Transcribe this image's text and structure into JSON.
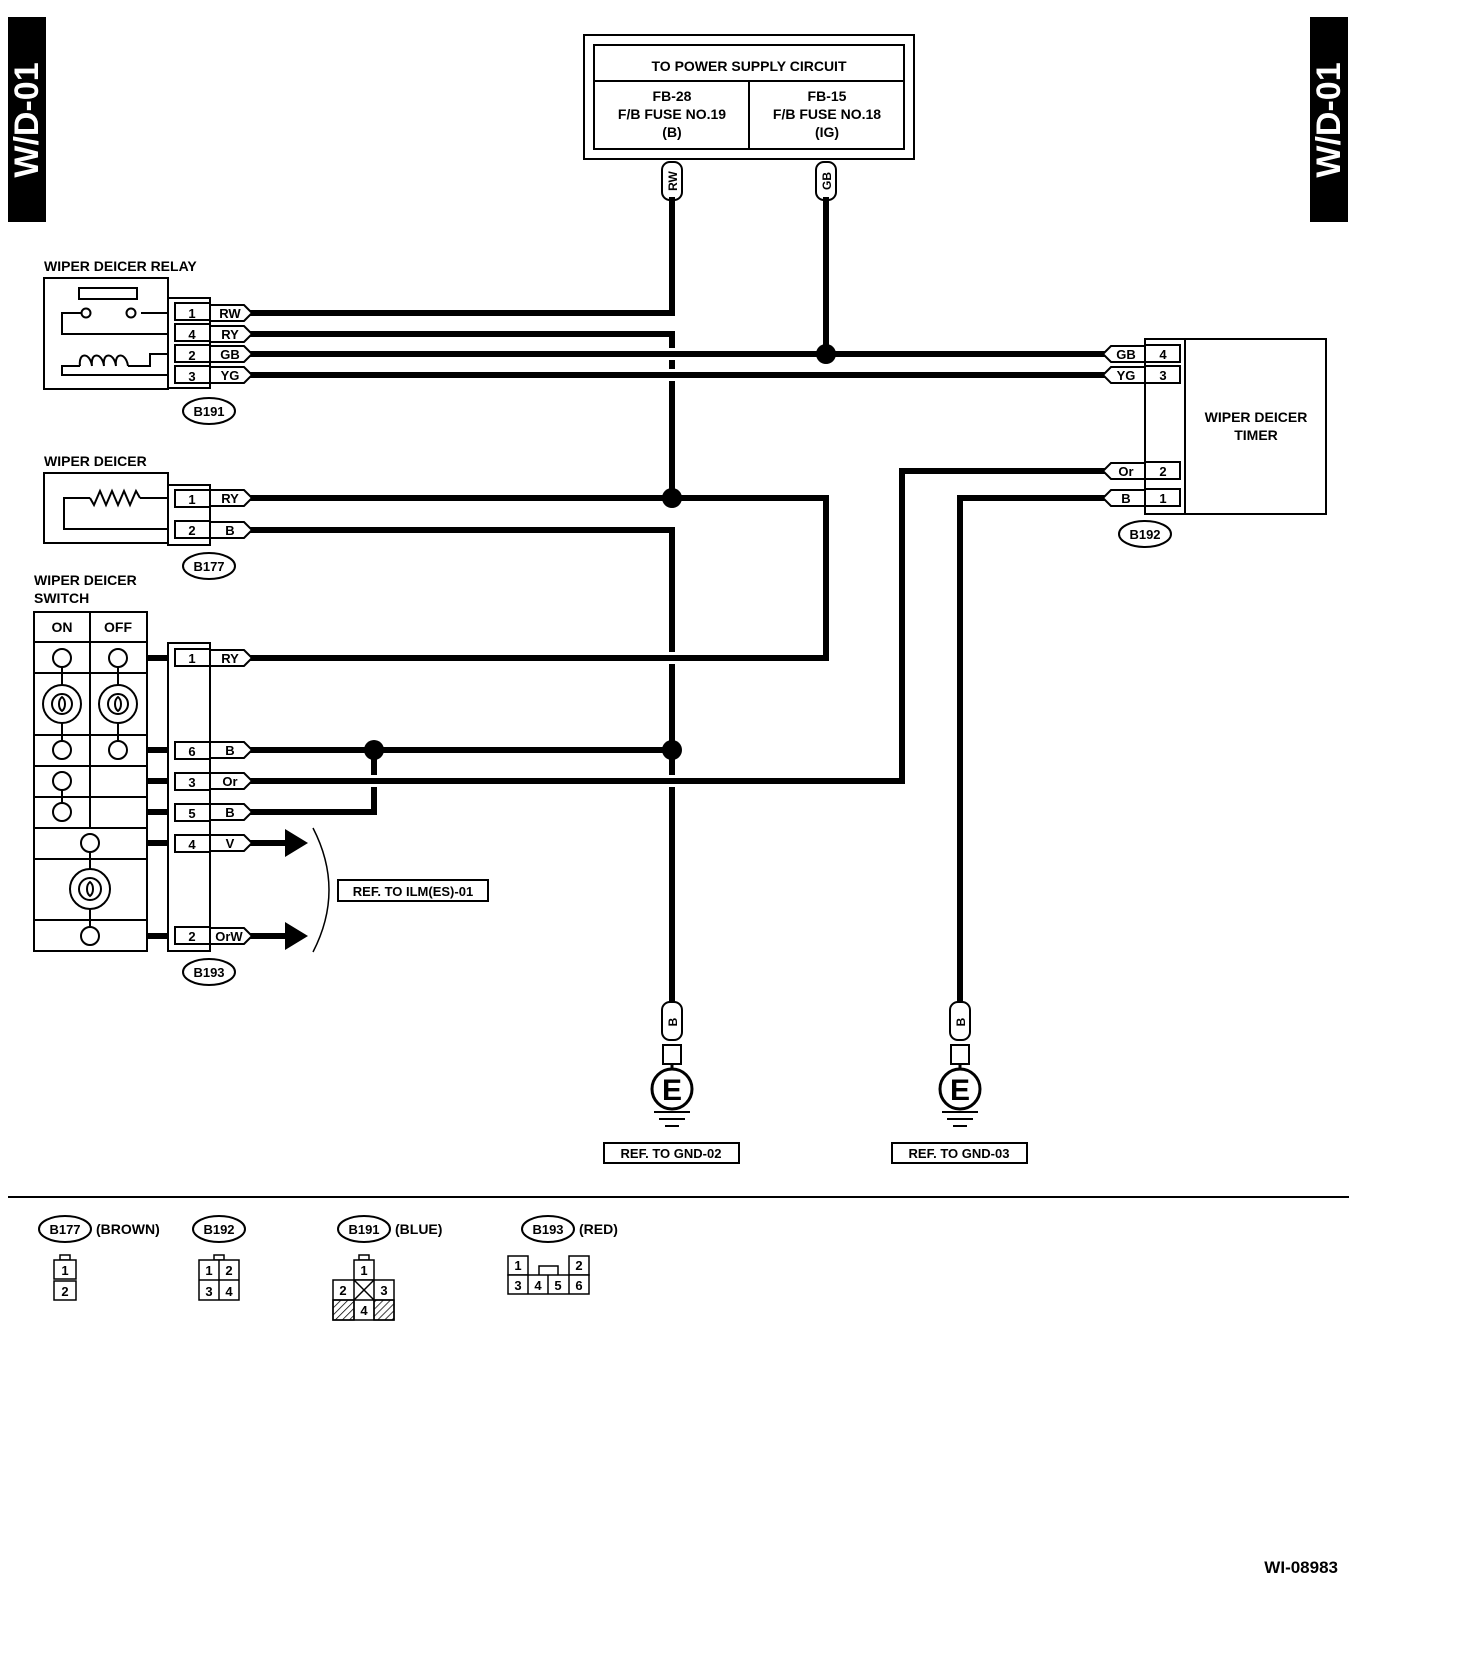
{
  "page_tag": "W/D-01",
  "figure_id": "WI-08983",
  "power_supply": {
    "title": "TO POWER SUPPLY CIRCUIT",
    "left": {
      "line1": "FB-28",
      "line2": "F/B FUSE NO.19",
      "line3": "(B)",
      "wire": "RW"
    },
    "right": {
      "line1": "FB-15",
      "line2": "F/B FUSE NO.18",
      "line3": "(IG)",
      "wire": "GB"
    }
  },
  "relay": {
    "title": "WIPER DEICER RELAY",
    "connector": "B191",
    "pins": [
      {
        "num": "1",
        "wire": "RW"
      },
      {
        "num": "4",
        "wire": "RY"
      },
      {
        "num": "2",
        "wire": "GB"
      },
      {
        "num": "3",
        "wire": "YG"
      }
    ]
  },
  "deicer": {
    "title": "WIPER DEICER",
    "connector": "B177",
    "pins": [
      {
        "num": "1",
        "wire": "RY"
      },
      {
        "num": "2",
        "wire": "B"
      }
    ]
  },
  "switch": {
    "title_line1": "WIPER DEICER",
    "title_line2": "SWITCH",
    "col_on": "ON",
    "col_off": "OFF",
    "connector": "B193",
    "pins": [
      {
        "num": "1",
        "wire": "RY"
      },
      {
        "num": "6",
        "wire": "B"
      },
      {
        "num": "3",
        "wire": "Or"
      },
      {
        "num": "5",
        "wire": "B"
      },
      {
        "num": "4",
        "wire": "V"
      },
      {
        "num": "2",
        "wire": "OrW"
      }
    ],
    "ref": "REF. TO ILM(ES)-01"
  },
  "timer": {
    "title_line1": "WIPER DEICER",
    "title_line2": "TIMER",
    "connector": "B192",
    "pins": [
      {
        "num": "4",
        "wire": "GB"
      },
      {
        "num": "3",
        "wire": "YG"
      },
      {
        "num": "2",
        "wire": "Or"
      },
      {
        "num": "1",
        "wire": "B"
      }
    ]
  },
  "grounds": [
    {
      "wire": "B",
      "symbol": "E",
      "ref": "REF. TO GND-02"
    },
    {
      "wire": "B",
      "symbol": "E",
      "ref": "REF. TO GND-03"
    }
  ],
  "legend": [
    {
      "id": "B177",
      "color": "(BROWN)",
      "cells": [
        "1",
        "2"
      ]
    },
    {
      "id": "B192",
      "color": "",
      "cells": [
        "1",
        "2",
        "3",
        "4"
      ]
    },
    {
      "id": "B191",
      "color": "(BLUE)",
      "cells": [
        "1",
        "2",
        "3",
        "4"
      ]
    },
    {
      "id": "B193",
      "color": "(RED)",
      "cells": [
        "1",
        "2",
        "3",
        "4",
        "5",
        "6"
      ]
    }
  ]
}
